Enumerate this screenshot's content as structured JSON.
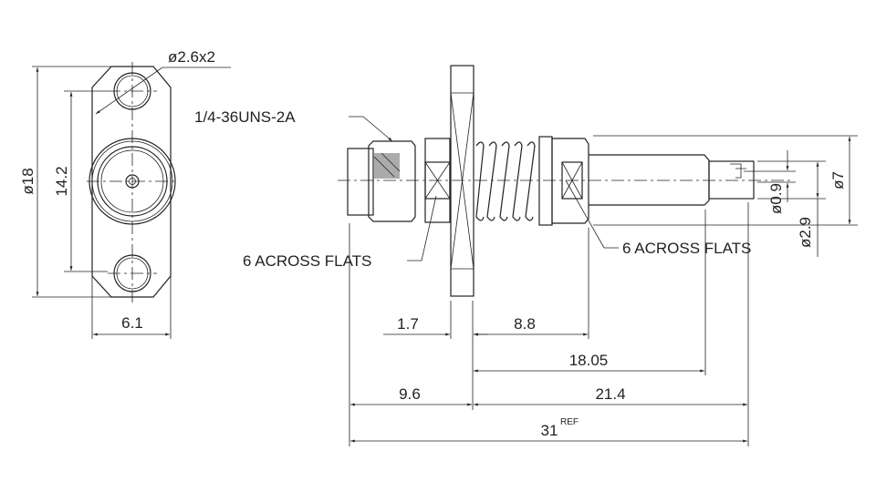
{
  "front_view": {
    "hole_diameter": "ø2.6x2",
    "overall_diameter": "ø18",
    "hole_spacing": "14.2",
    "width": "6.1"
  },
  "side_view": {
    "thread_label": "1/4-36UNS-2A",
    "flats_label_left": "6 ACROSS FLATS",
    "flats_label_right": "6 ACROSS FLATS",
    "dia_pin": "ø0.9",
    "dia_pin_body": "ø2.9",
    "dia_body": "ø7"
  },
  "dimensions": {
    "d1": "1.7",
    "d2": "8.8",
    "d3": "18.05",
    "d4": "9.6",
    "d5": "21.4",
    "d6": "31",
    "d6_suffix": "REF"
  }
}
